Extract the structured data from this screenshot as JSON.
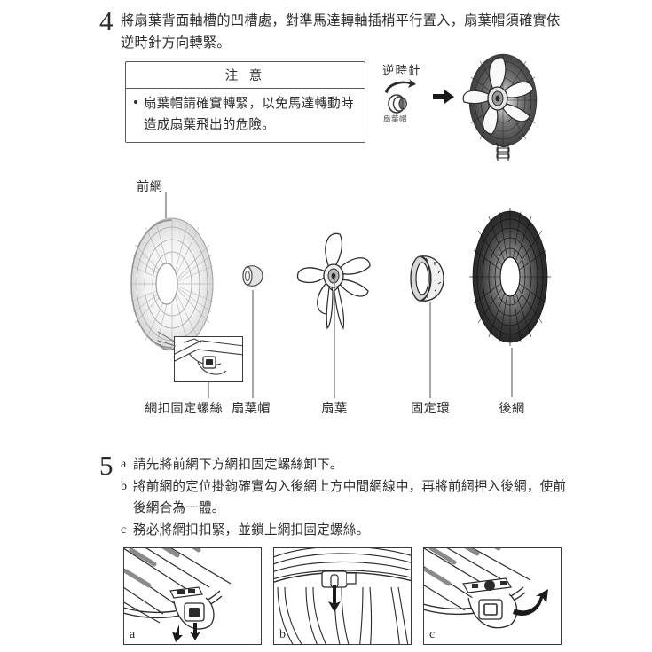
{
  "document": {
    "language": "zh-Hant",
    "page_background": "#ffffff",
    "ink_color": "#2b2b2b"
  },
  "step4": {
    "number": "4",
    "text": "將扇葉背面軸槽的凹槽處，對準馬達轉軸插梢平行置入，扇葉帽須確實依逆時針方向轉緊。",
    "notice": {
      "title": "注 意",
      "bullet_text": "扇葉帽請確實轉緊，以免馬達轉動時造成扇葉飛出的危險。"
    },
    "callout": {
      "direction_label": "逆時針",
      "part_label": "扇葉帽",
      "rotation_icon": "counterclockwise-arrow-icon",
      "transition_icon": "right-arrow-icon"
    }
  },
  "exploded_view": {
    "top_label": "前網",
    "parts": [
      {
        "label": "網扣固定螺絲",
        "icon": "grill-clip-screw-icon"
      },
      {
        "label": "扇葉帽",
        "icon": "blade-cap-icon"
      },
      {
        "label": "扇葉",
        "icon": "fan-blade-icon"
      },
      {
        "label": "固定環",
        "icon": "retaining-ring-icon"
      },
      {
        "label": "後網",
        "icon": "rear-grill-icon"
      }
    ]
  },
  "step5": {
    "number": "5",
    "items": [
      {
        "key": "a",
        "text": "請先將前網下方網扣固定螺絲卸下。"
      },
      {
        "key": "b",
        "text": "將前網的定位掛鉤確實勾入後網上方中間網線中，再將前網押入後網，使前後網合為一體。"
      },
      {
        "key": "c",
        "text": "務必將網扣扣緊，並鎖上網扣固定螺絲。"
      }
    ],
    "panels": [
      {
        "letter": "a",
        "icon": "grill-clip-release-icon"
      },
      {
        "letter": "b",
        "icon": "grill-hook-insert-icon"
      },
      {
        "letter": "c",
        "icon": "grill-clip-lock-icon"
      }
    ]
  }
}
